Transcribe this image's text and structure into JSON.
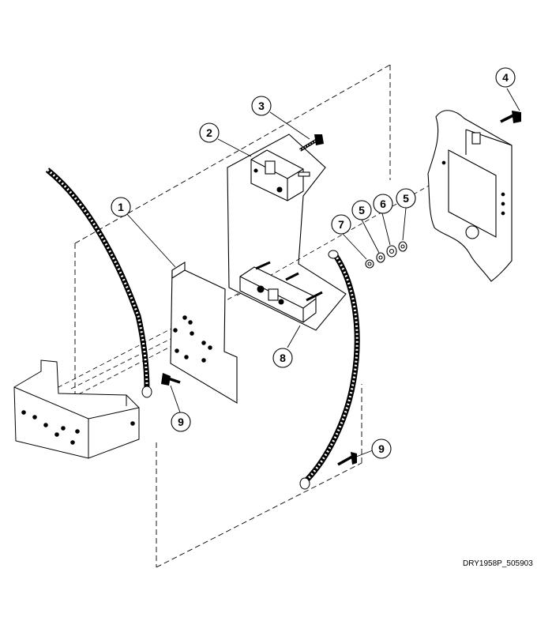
{
  "figure": {
    "code": "DRY1958P_505903"
  },
  "callouts": [
    {
      "id": "c1",
      "label": "1"
    },
    {
      "id": "c2",
      "label": "2"
    },
    {
      "id": "c3",
      "label": "3"
    },
    {
      "id": "c4",
      "label": "4"
    },
    {
      "id": "c5a",
      "label": "5"
    },
    {
      "id": "c6",
      "label": "6"
    },
    {
      "id": "c5b",
      "label": "5"
    },
    {
      "id": "c7",
      "label": "7"
    },
    {
      "id": "c8",
      "label": "8"
    },
    {
      "id": "c9a",
      "label": "9"
    },
    {
      "id": "c9b",
      "label": "9"
    }
  ]
}
